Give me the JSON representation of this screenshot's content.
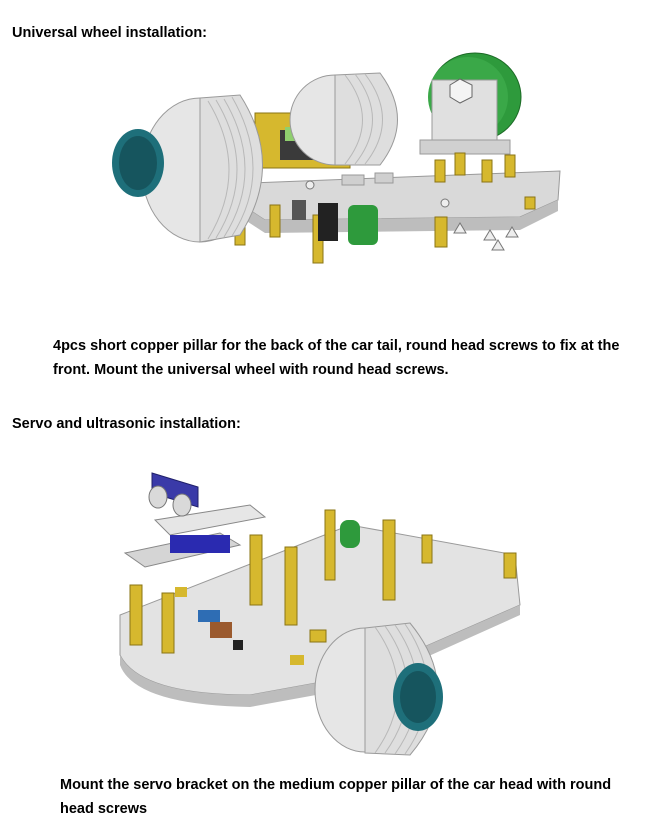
{
  "section1": {
    "heading": "Universal wheel installation:",
    "text": "4pcs short copper pillar for the back of the car tail, round head screws to fix at the front. Mount the universal wheel with round head screws."
  },
  "section2": {
    "heading": "Servo and ultrasonic installation:",
    "text": "Mount the servo bracket on the medium copper pillar of the car head with round head screws"
  },
  "colors": {
    "wheel_tire": "#e6e6e6",
    "wheel_hub": "#1e6f7a",
    "brass": "#d6b82e",
    "board": "#dcdcdc",
    "green_part": "#2e9a3c",
    "sensor_blue": "#3a3aa8"
  }
}
